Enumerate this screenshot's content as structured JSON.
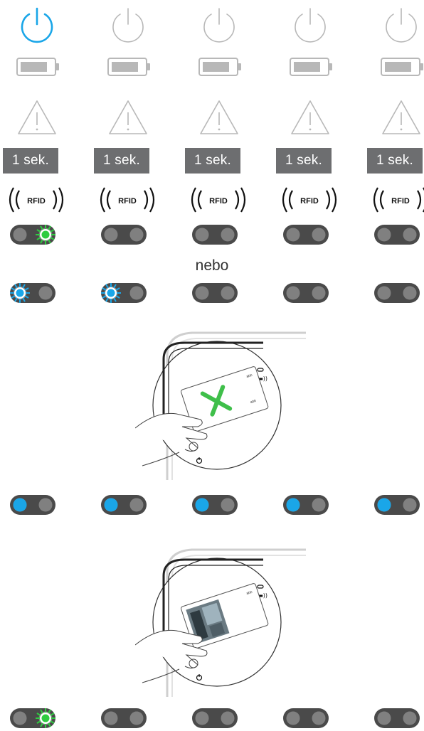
{
  "columns": [
    {
      "power_active": true,
      "badge": "1 sek.",
      "rfid": "RFID",
      "indicator_row1": "right-green-blink",
      "indicator_row2": "left-blue-blink",
      "indicator_row3": "left-blue",
      "indicator_row4": "right-green-blink"
    },
    {
      "power_active": false,
      "badge": "1 sek.",
      "rfid": "RFID",
      "indicator_row1": "off",
      "indicator_row2": "left-blue-blink",
      "indicator_row3": "left-blue",
      "indicator_row4": "off"
    },
    {
      "power_active": false,
      "badge": "1 sek.",
      "rfid": "RFID",
      "indicator_row1": "off",
      "indicator_row2": "off",
      "indicator_row3": "left-blue",
      "indicator_row4": "off"
    },
    {
      "power_active": false,
      "badge": "1 sek.",
      "rfid": "RFID",
      "indicator_row1": "off",
      "indicator_row2": "off",
      "indicator_row3": "left-blue",
      "indicator_row4": "off"
    },
    {
      "power_active": false,
      "badge": "1 sek.",
      "rfid": "RFID",
      "indicator_row1": "off",
      "indicator_row2": "off",
      "indicator_row3": "left-blue",
      "indicator_row4": "off"
    }
  ],
  "separator": "nebo",
  "colors": {
    "blue": "#1aa6e8",
    "green": "#2ecc40",
    "gray_icon": "#b8b8b8",
    "badge_bg": "#6d6e70",
    "pill": "#4a4a4a",
    "dot_off": "#808080"
  },
  "icons": [
    "power-icon",
    "battery-icon",
    "warning-icon",
    "rfid-icon",
    "wrench-icon",
    "fingerprint-icon"
  ]
}
